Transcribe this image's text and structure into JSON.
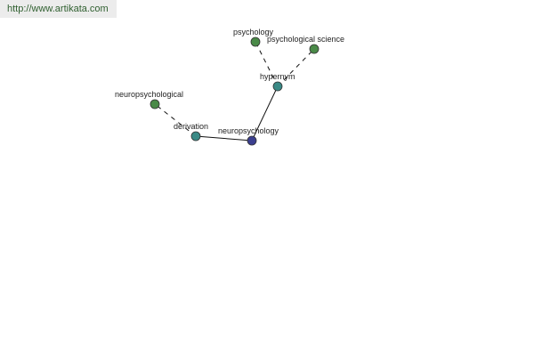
{
  "watermark": "http://www.artikata.com",
  "colors": {
    "root": "#3b3f8f",
    "relation": "#3a8a86",
    "leaf": "#4a8a48",
    "solid_edge": "#111111",
    "dashed_edge": "#111111"
  },
  "nodes": [
    {
      "id": "neuropsychology",
      "label": "neuropsychology",
      "kind": "root"
    },
    {
      "id": "derivation",
      "label": "derivation",
      "kind": "relation"
    },
    {
      "id": "hypernym",
      "label": "hypernym",
      "kind": "relation"
    },
    {
      "id": "neuropsychological",
      "label": "neuropsychological",
      "kind": "leaf"
    },
    {
      "id": "psychology",
      "label": "psychology",
      "kind": "leaf"
    },
    {
      "id": "psychological_science",
      "label": "psychological science",
      "kind": "leaf"
    }
  ],
  "edges": [
    {
      "from": "neuropsychology",
      "to": "derivation",
      "style": "solid"
    },
    {
      "from": "neuropsychology",
      "to": "hypernym",
      "style": "solid"
    },
    {
      "from": "derivation",
      "to": "neuropsychological",
      "style": "dashed"
    },
    {
      "from": "hypernym",
      "to": "psychology",
      "style": "dashed"
    },
    {
      "from": "hypernym",
      "to": "psychological_science",
      "style": "dashed"
    }
  ]
}
